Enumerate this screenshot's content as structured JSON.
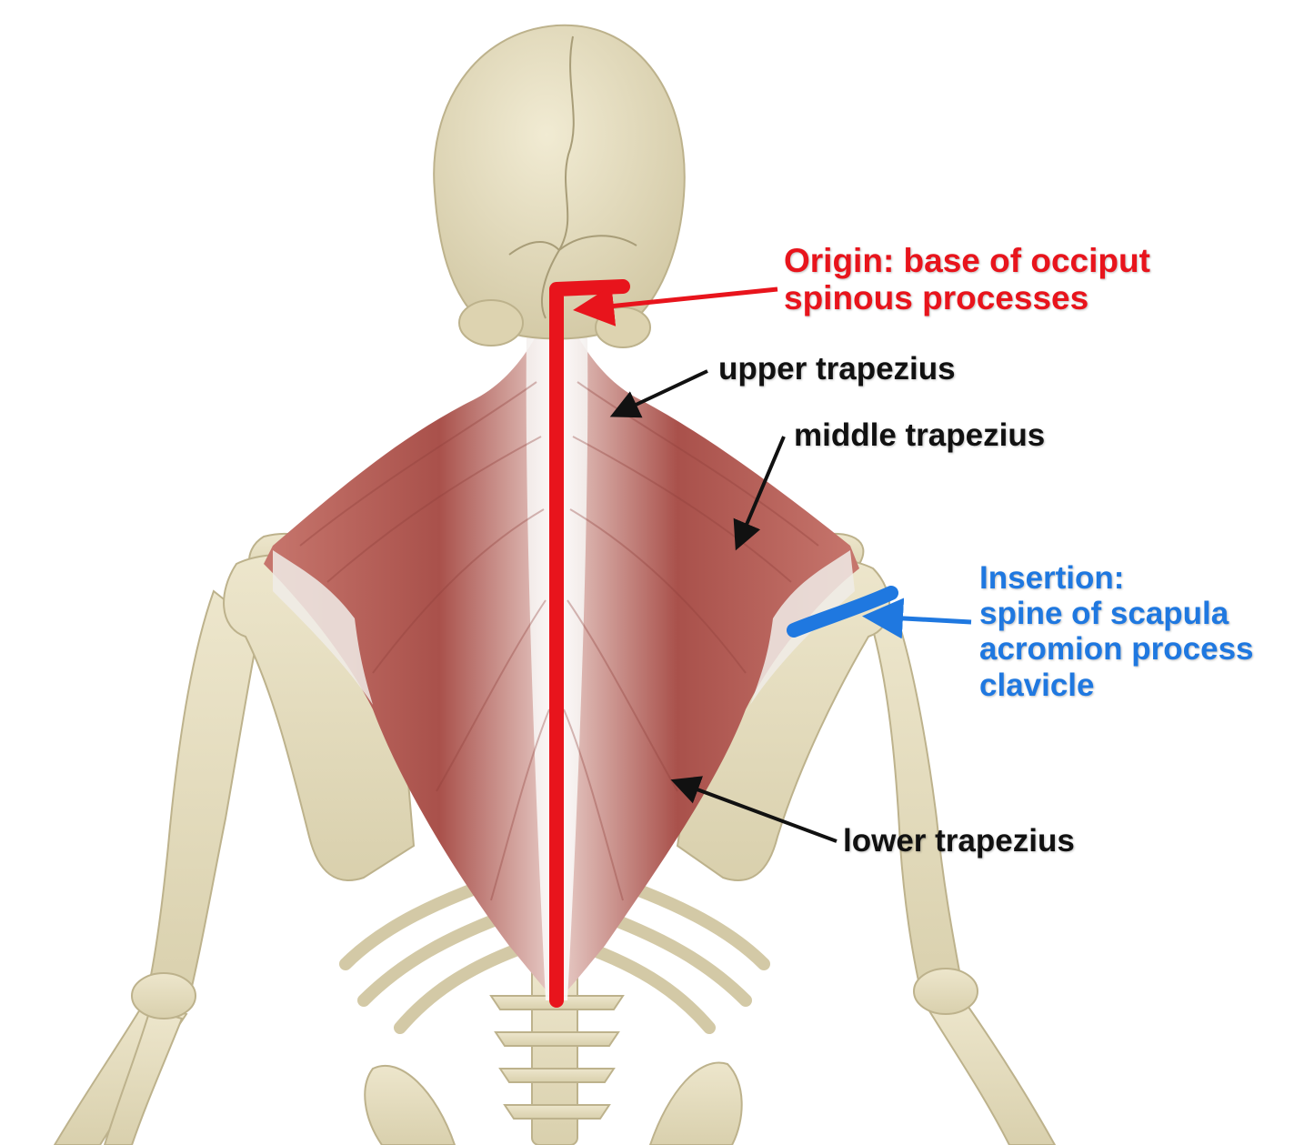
{
  "colors": {
    "origin": "#e8141c",
    "insertion": "#1f78e0",
    "label": "#111111",
    "muscle": "#b5564f",
    "bone": "#e6dec1"
  },
  "labels": {
    "origin": {
      "line1": "Origin: base  of occiput",
      "line2": "spinous processes"
    },
    "upper": "upper trapezius",
    "middle": "middle trapezius",
    "insertion": {
      "line1": "Insertion:",
      "line2": "spine of scapula",
      "line3": "acromion process",
      "line4": "clavicle"
    },
    "lower": "lower trapezius"
  }
}
